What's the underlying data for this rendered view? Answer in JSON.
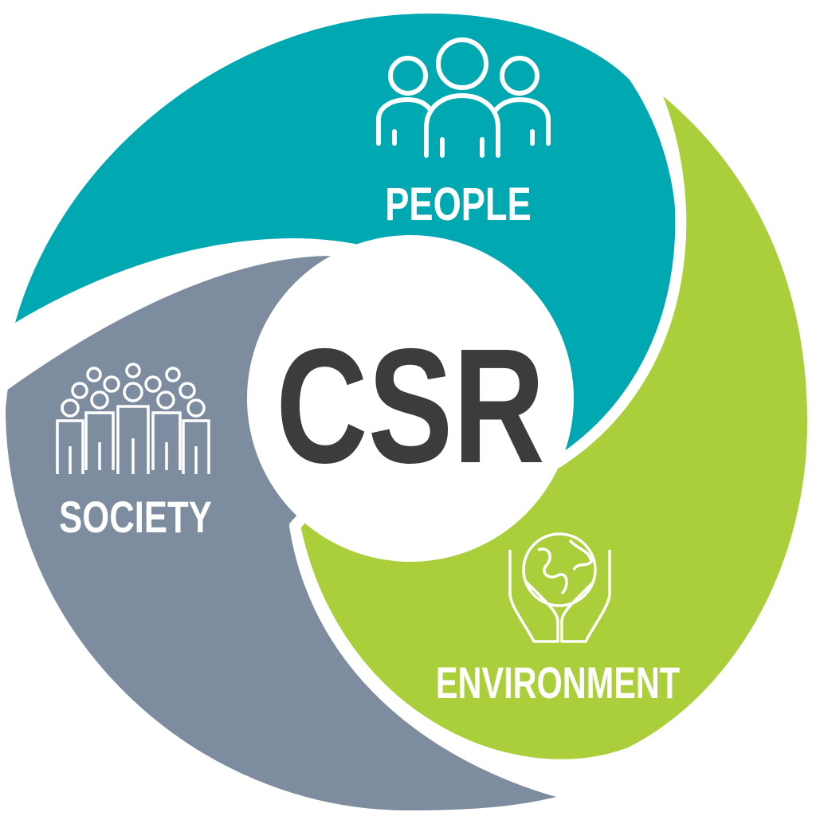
{
  "center": {
    "label": "CSR"
  },
  "segments": [
    {
      "label": "PEOPLE",
      "icon": "people-icon"
    },
    {
      "label": "ENVIRONMENT",
      "icon": "globe-in-hands-icon"
    },
    {
      "label": "SOCIETY",
      "icon": "crowd-icon"
    }
  ],
  "colors": {
    "people": "#00a8b1",
    "environment": "#abcf3a",
    "society": "#7d8c9f",
    "center_text": "#3c3c3c"
  }
}
